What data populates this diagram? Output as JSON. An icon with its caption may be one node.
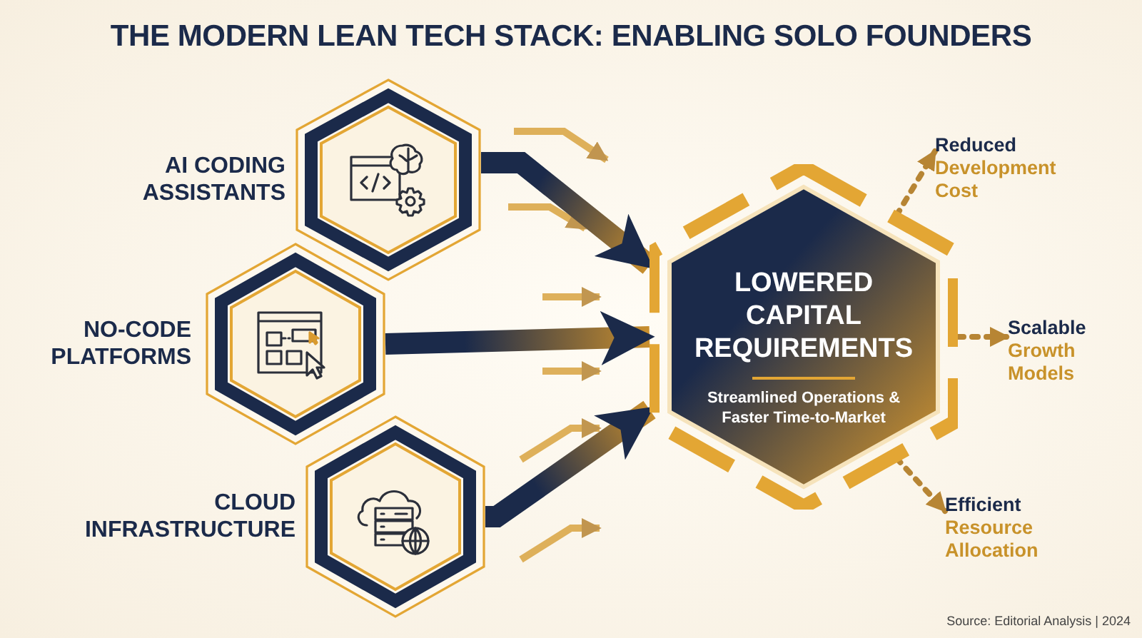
{
  "diagram": {
    "title": "THE MODERN LEAN TECH STACK: ENABLING SOLO FOUNDERS",
    "nodes": [
      {
        "text": [
          "AI CODING ASSISTANTS"
        ]
      },
      {
        "text": [
          "NO-CODE PLATFORMS"
        ]
      },
      {
        "text": [
          "CLOUD INFRASTRUCTURE"
        ]
      },
      {
        "text": [
          "LOWERED CAPITAL REQUIREMENTS",
          "Streamlined Operations & Faster Time-to-Market"
        ]
      },
      {
        "text": [
          "Reduced",
          "Development Cost"
        ]
      },
      {
        "text": [
          "Scalable",
          "Growth Models"
        ]
      },
      {
        "text": [
          "Efficient",
          "Resource Allocation"
        ]
      }
    ],
    "edges": [
      {
        "from": 0,
        "to": 3,
        "arrow": "to",
        "style": "thick"
      },
      {
        "from": 1,
        "to": 3,
        "arrow": "to",
        "style": "thick"
      },
      {
        "from": 2,
        "to": 3,
        "arrow": "to",
        "style": "thick"
      },
      {
        "from": 3,
        "to": 4,
        "arrow": "to",
        "style": "dashed"
      },
      {
        "from": 3,
        "to": 5,
        "arrow": "to",
        "style": "dashed"
      },
      {
        "from": 3,
        "to": 6,
        "arrow": "to",
        "style": "dashed"
      }
    ],
    "labels": [
      "Source: Editorial Analysis | 2024"
    ]
  }
}
